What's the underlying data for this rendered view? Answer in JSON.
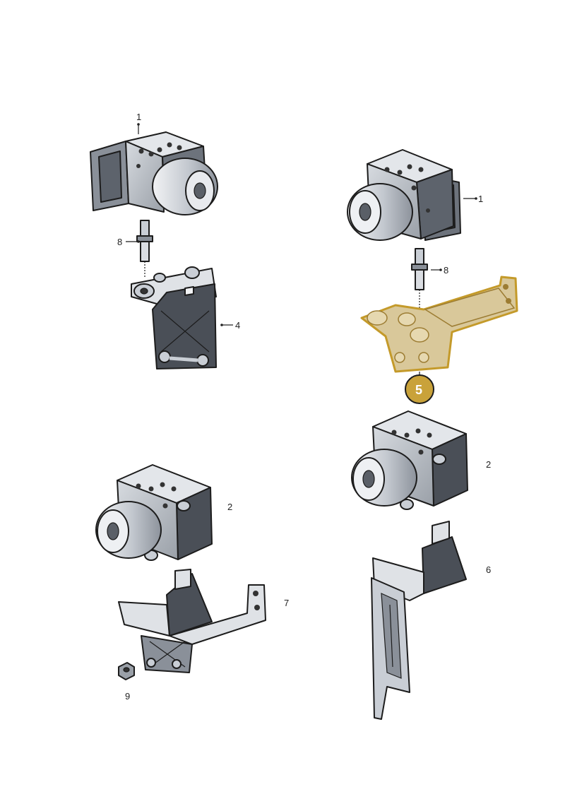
{
  "diagram": {
    "callouts": {
      "c1a": "1",
      "c1b": "1",
      "c8a": "8",
      "c8b": "8",
      "c4": "4",
      "c5": "5",
      "c2a": "2",
      "c2b": "2",
      "c7": "7",
      "c6": "6",
      "c9": "9"
    },
    "colors": {
      "highlight_fill": "#d9c89a",
      "highlight_stroke": "#c49a2a",
      "badge": "#c9a23a",
      "part_dark": "#4a4f57",
      "part_mid": "#8a9099",
      "part_light": "#c9ced5"
    }
  }
}
